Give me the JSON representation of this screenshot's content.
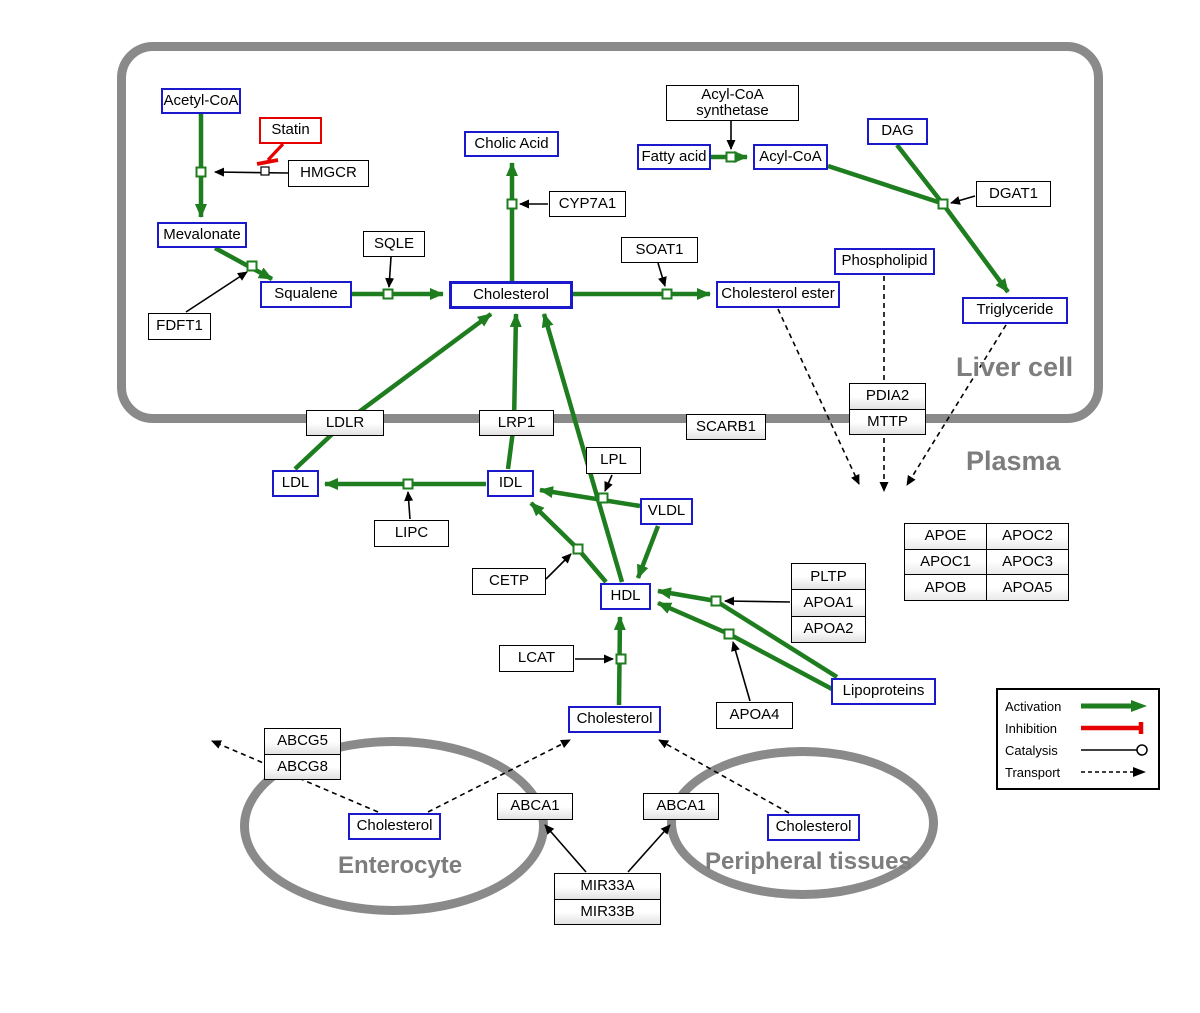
{
  "regions": {
    "liver_cell": "Liver cell",
    "plasma": "Plasma",
    "enterocyte": "Enterocyte",
    "peripheral_tissues": "Peripheral tissues"
  },
  "nodes": {
    "acetyl_coa": "Acetyl-CoA",
    "statin": "Statin",
    "hmgcr": "HMGCR",
    "mevalonate": "Mevalonate",
    "sqle": "SQLE",
    "squalene": "Squalene",
    "fdft1": "FDFT1",
    "cholic_acid": "Cholic Acid",
    "cyp7a1": "CYP7A1",
    "cholesterol_liver": "Cholesterol",
    "soat1": "SOAT1",
    "cholesterol_ester": "Cholesterol ester",
    "acyl_coa_synthetase": "Acyl-CoA synthetase",
    "fatty_acid": "Fatty acid",
    "acyl_coa": "Acyl-CoA",
    "dag": "DAG",
    "dgat1": "DGAT1",
    "phospholipid": "Phospholipid",
    "triglyceride": "Triglyceride",
    "ldlr": "LDLR",
    "lrp1": "LRP1",
    "scarb1": "SCARB1",
    "pdia2": "PDIA2",
    "mttp": "MTTP",
    "ldl": "LDL",
    "idl": "IDL",
    "lipc": "LIPC",
    "lpl": "LPL",
    "vldl": "VLDL",
    "cetp": "CETP",
    "hdl": "HDL",
    "lcat": "LCAT",
    "pltp": "PLTP",
    "apoa1": "APOA1",
    "apoa2": "APOA2",
    "apoa4": "APOA4",
    "lipoproteins": "Lipoproteins",
    "cholesterol_plasma": "Cholesterol",
    "abcg5": "ABCG5",
    "abcg8": "ABCG8",
    "cholesterol_enterocyte": "Cholesterol",
    "abca1_enterocyte": "ABCA1",
    "abca1_peripheral": "ABCA1",
    "cholesterol_peripheral": "Cholesterol",
    "mir33a": "MIR33A",
    "mir33b": "MIR33B"
  },
  "apo_table": {
    "rows": [
      [
        "APOE",
        "APOC2"
      ],
      [
        "APOC1",
        "APOC3"
      ],
      [
        "APOB",
        "APOA5"
      ]
    ]
  },
  "legend": {
    "activation": "Activation",
    "inhibition": "Inhibition",
    "catalysis": "Catalysis",
    "transport": "Transport"
  },
  "colors": {
    "activation_green": "#1e7d1e",
    "inhibition_red": "#e60000",
    "metabolite_border_blue": "#1a1acc",
    "membrane_gray": "#8a8a8a"
  },
  "edges": [
    {
      "from": "Acetyl-CoA",
      "to": "Mevalonate",
      "type": "activation",
      "catalyst": "HMGCR",
      "inhibited_by": "Statin"
    },
    {
      "from": "Mevalonate",
      "to": "Squalene",
      "type": "activation",
      "catalyst": "FDFT1"
    },
    {
      "from": "Squalene",
      "to": "Cholesterol",
      "type": "activation",
      "catalyst": "SQLE"
    },
    {
      "from": "Cholesterol",
      "to": "Cholic Acid",
      "type": "activation",
      "catalyst": "CYP7A1"
    },
    {
      "from": "Cholesterol",
      "to": "Cholesterol ester",
      "type": "activation",
      "catalyst": "SOAT1"
    },
    {
      "from": "Fatty acid",
      "to": "Acyl-CoA",
      "type": "activation",
      "catalyst": "Acyl-CoA synthetase"
    },
    {
      "from": "Acyl-CoA",
      "to": "Triglyceride",
      "type": "activation",
      "catalyst": "DGAT1"
    },
    {
      "from": "DAG",
      "to": "Triglyceride",
      "type": "activation",
      "catalyst": "DGAT1"
    },
    {
      "from": "LDL",
      "to": "Cholesterol (liver)",
      "type": "activation",
      "via": "LDLR"
    },
    {
      "from": "IDL",
      "to": "Cholesterol (liver)",
      "type": "activation",
      "via": "LRP1"
    },
    {
      "from": "HDL",
      "to": "Cholesterol (liver)",
      "type": "activation"
    },
    {
      "from": "IDL",
      "to": "LDL",
      "type": "activation",
      "catalyst": "LIPC"
    },
    {
      "from": "VLDL",
      "to": "IDL",
      "type": "activation",
      "catalyst": "LPL"
    },
    {
      "from": "HDL",
      "to": "IDL",
      "type": "activation",
      "catalyst": "CETP"
    },
    {
      "from": "VLDL",
      "to": "HDL",
      "type": "activation"
    },
    {
      "from": "Lipoproteins",
      "to": "HDL",
      "type": "activation",
      "catalyst": "PLTP, APOA1, APOA2"
    },
    {
      "from": "Lipoproteins",
      "to": "HDL",
      "type": "activation",
      "catalyst": "APOA4"
    },
    {
      "from": "Cholesterol (plasma)",
      "to": "HDL",
      "type": "activation",
      "catalyst": "LCAT"
    },
    {
      "from": "Cholesterol ester",
      "to": "Plasma lipoproteins",
      "type": "transport"
    },
    {
      "from": "Phospholipid",
      "to": "Plasma lipoproteins",
      "type": "transport"
    },
    {
      "from": "Triglyceride",
      "to": "Plasma lipoproteins",
      "type": "transport"
    },
    {
      "from": "Cholesterol (enterocyte)",
      "to": "Out of enterocyte",
      "type": "transport",
      "via": "ABCG5, ABCG8"
    },
    {
      "from": "Cholesterol (enterocyte)",
      "to": "Cholesterol (plasma)",
      "type": "transport",
      "via": "ABCA1"
    },
    {
      "from": "Cholesterol (peripheral tissues)",
      "to": "Cholesterol (plasma)",
      "type": "transport",
      "via": "ABCA1"
    },
    {
      "from": "MIR33A, MIR33B",
      "to": "ABCA1",
      "type": "regulation"
    }
  ]
}
